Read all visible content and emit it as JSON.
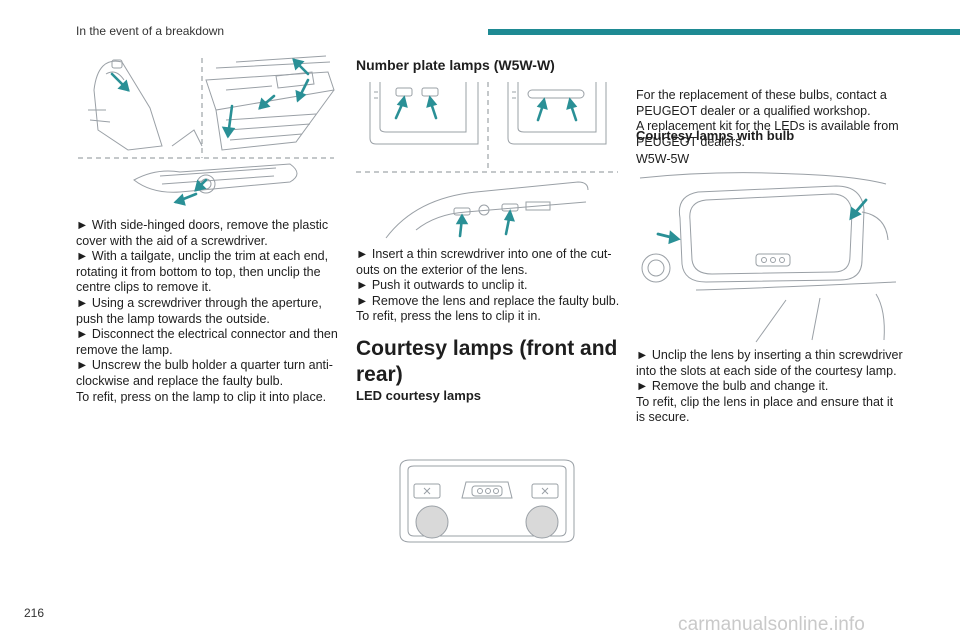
{
  "header": {
    "section_title": "In the event of a breakdown"
  },
  "footer": {
    "page_number": "216",
    "watermark": "carmanualsonline.info"
  },
  "col1": {
    "lines": [
      "► With side-hinged doors, remove the plastic",
      "cover with the aid of a screwdriver.",
      "► With a tailgate, unclip the trim at each end,",
      "rotating it from bottom to top, then unclip the",
      "centre clips to remove it.",
      "► Using a screwdriver through the aperture,",
      "push the lamp towards the outside.",
      "► Disconnect the electrical connector and then",
      "remove the lamp.",
      "► Unscrew the bulb holder a quarter turn anti-",
      "clockwise and replace the faulty bulb.",
      "To refit, press on the lamp to clip it into place."
    ]
  },
  "col2": {
    "number_plate_title": "Number plate lamps (W5W-W)",
    "lines": [
      "► Insert a thin screwdriver into one of the cut-",
      "outs on the exterior of the lens.",
      "► Push it outwards to unclip it.",
      "► Remove the lens and replace the faulty bulb.",
      "To refit, press the lens to clip it in."
    ],
    "courtesy_title_line1": "Courtesy lamps (front and",
    "courtesy_title_line2": "rear)",
    "led_subtitle": "LED courtesy lamps"
  },
  "col3": {
    "intro_lines": [
      "For the replacement of these bulbs, contact a",
      "PEUGEOT dealer or a qualified workshop.",
      "A replacement kit for the LEDs is available from",
      "PEUGEOT dealers."
    ],
    "bulb_subtitle": "Courtesy lamps with bulb",
    "bulb_type": "W5W-5W",
    "lines": [
      "► Unclip the lens by inserting a thin screwdriver",
      "into the slots at each side of the courtesy lamp.",
      "► Remove the bulb and change it.",
      "To refit, clip the lens in place and ensure that it",
      "is secure."
    ]
  },
  "colors": {
    "accent": "#1e8a93",
    "arrow": "#2a9096",
    "line": "#9aa0a6",
    "dash": "#8a9096"
  }
}
